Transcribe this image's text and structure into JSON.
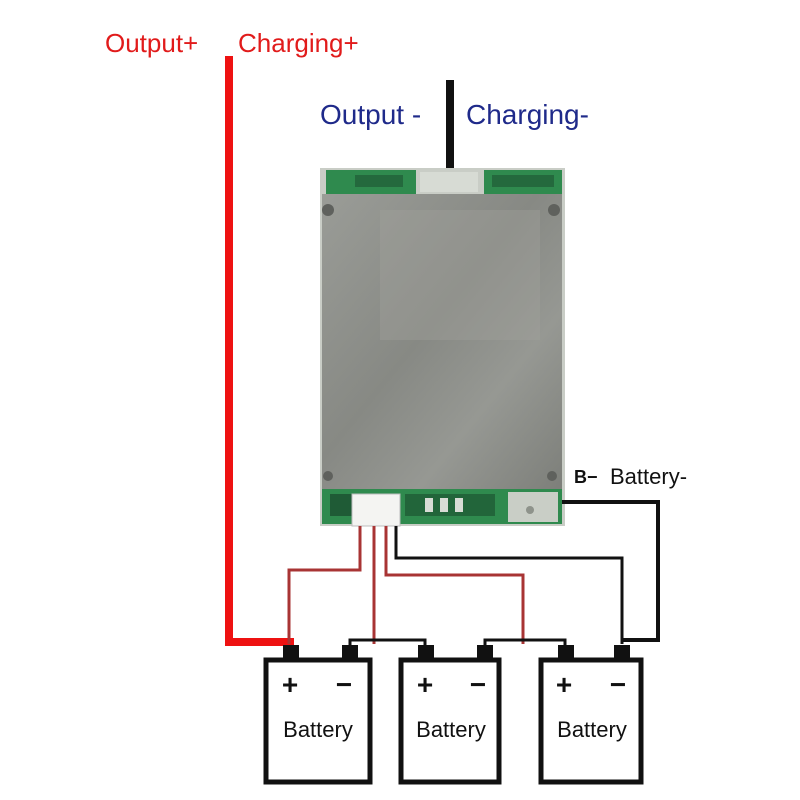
{
  "labels": {
    "output_plus": "Output+",
    "charging_plus": "Charging+",
    "output_minus": "Output -",
    "charging_minus": "Charging-",
    "b_minus": "B−",
    "battery_minus": "Battery-"
  },
  "batteries": [
    {
      "label": "Battery",
      "plus": "+",
      "minus": "−"
    },
    {
      "label": "Battery",
      "plus": "+",
      "minus": "−"
    },
    {
      "label": "Battery",
      "plus": "+",
      "minus": "−"
    }
  ],
  "colors": {
    "positive_wire": "#ee1111",
    "negative_wire": "#111111",
    "balance_wire": "#a83434",
    "output_plus_text": "#e11b1b",
    "output_minus_text": "#1f2a8a",
    "board_shield": "#8d8f8a",
    "pcb_green": "#2f8a4e"
  }
}
